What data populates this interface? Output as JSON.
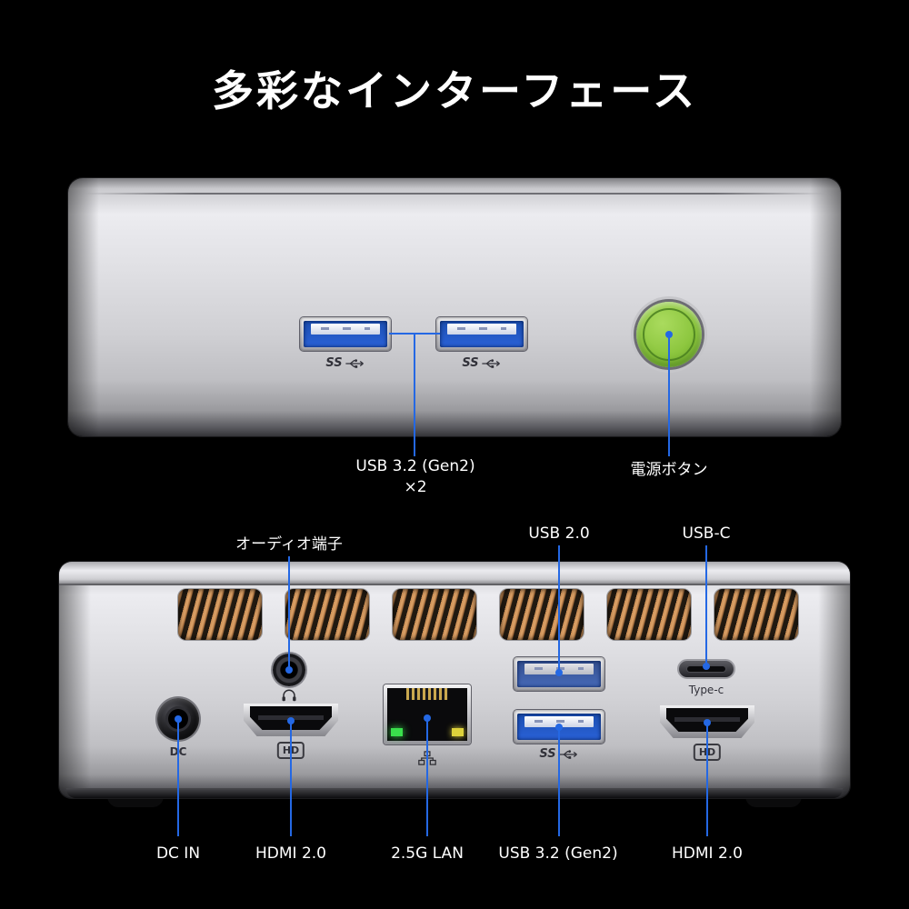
{
  "title": "多彩なインターフェース",
  "front": {
    "usb_label_line1": "USB 3.2 (Gen2)",
    "usb_label_line2": "×2",
    "power_label": "電源ボタン",
    "ss_mark": "SS"
  },
  "back": {
    "audio_label": "オーディオ端子",
    "usb2_label": "USB 2.0",
    "usbc_label": "USB-C",
    "dc_mark": "DC",
    "hdmi_mark": "HD",
    "typec_mark": "Type-c",
    "ss_mark": "SS",
    "bottom_labels": [
      "DC IN",
      "HDMI 2.0",
      "2.5G LAN",
      "USB 3.2 (Gen2)",
      "HDMI 2.0"
    ]
  },
  "colors": {
    "background": "#000000",
    "callout_blue": "#2468e4",
    "power_button_green": "#8cc63e",
    "usb_port_blue": "#2a62d8",
    "vent_copper": "#c98d55",
    "body_silver": "#d6d6da"
  }
}
